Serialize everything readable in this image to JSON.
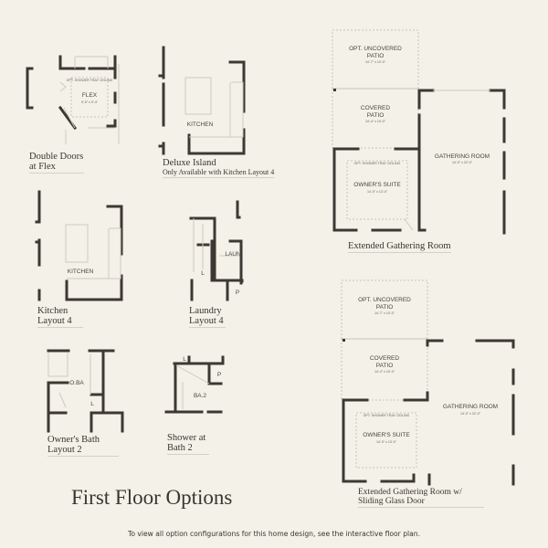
{
  "title": "First Floor Options",
  "footer": "To view all option configurations for this home design, see the interactive floor plan.",
  "options": {
    "double_doors": {
      "caption_line1": "Double Doors",
      "caption_line2": "at Flex",
      "room": "FLEX",
      "dim": "9'-0\" x 9'-4\"",
      "note": "OPT. SHOWER TRAY CEILING"
    },
    "deluxe_island": {
      "caption": "Deluxe Island",
      "subcaption": "Only Available with Kitchen Layout 4",
      "room": "KITCHEN"
    },
    "kitchen_layout": {
      "caption_line1": "Kitchen",
      "caption_line2": "Layout 4",
      "room": "KITCHEN"
    },
    "laundry_layout": {
      "caption_line1": "Laundry",
      "caption_line2": "Layout 4",
      "room": "LAUN",
      "label_l": "L",
      "label_p": "P"
    },
    "owners_bath": {
      "caption_line1": "Owner's Bath",
      "caption_line2": "Layout 2",
      "room": "O.BA",
      "label_l": "L"
    },
    "shower_bath2": {
      "caption_line1": "Shower at",
      "caption_line2": "Bath 2",
      "room": "BA.2",
      "label_l": "L",
      "label_p": "P"
    },
    "extended_gathering": {
      "caption": "Extended Gathering Room",
      "opt_patio": "OPT. UNCOVERED",
      "opt_patio2": "PATIO",
      "opt_patio_dim": "14'-7\" x 10'-0\"",
      "covered_patio": "COVERED",
      "covered_patio2": "PATIO",
      "covered_patio_dim": "14'-4\" x 10'-0\"",
      "gathering": "GATHERING ROOM",
      "gathering_dim": "14'-0\" x 22'-0\"",
      "owners_suite": "OWNER'S SUITE",
      "owners_suite_dim": "14'-0\" x 13'-0\"",
      "ceiling_note": "OPT. SHOWER TRAY CEILING"
    },
    "extended_gathering_sliding": {
      "caption_line1": "Extended Gathering Room w/",
      "caption_line2": "Sliding Glass Door",
      "opt_patio": "OPT. UNCOVERED",
      "opt_patio2": "PATIO",
      "opt_patio_dim": "14'-7\" x 10'-0\"",
      "covered_patio": "COVERED",
      "covered_patio2": "PATIO",
      "covered_patio_dim": "14'-4\" x 10'-0\"",
      "gathering": "GATHERING ROOM",
      "gathering_dim": "14'-0\" x 22'-0\"",
      "owners_suite": "OWNER'S SUITE",
      "owners_suite_dim": "14'-0\" x 13'-0\"",
      "ceiling_note": "OPT. SHOWER TRAY CEILING"
    }
  }
}
